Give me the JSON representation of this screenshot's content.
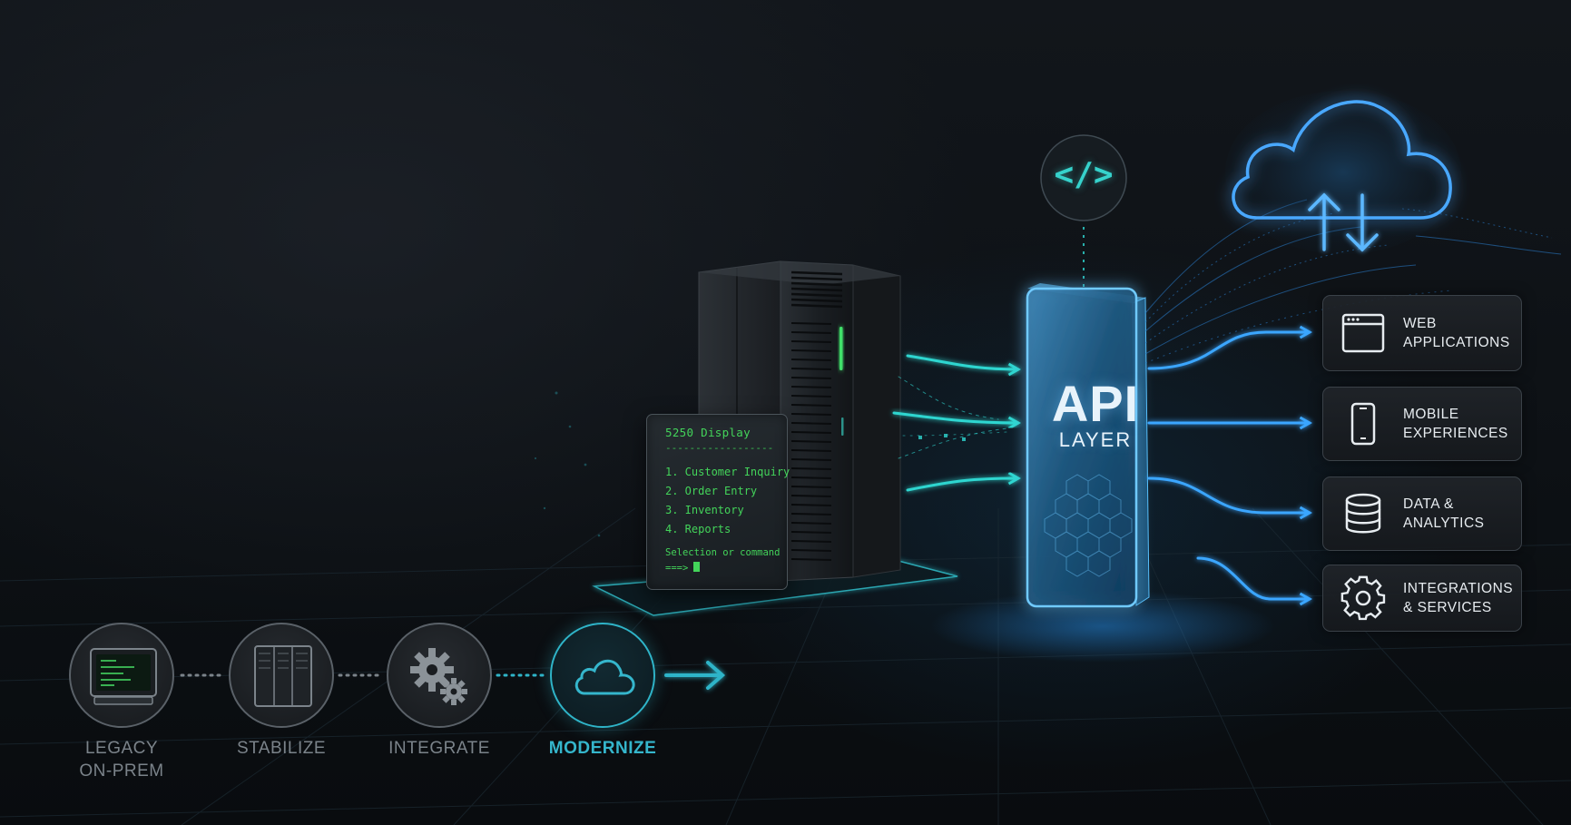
{
  "terminal": {
    "title": "5250 Display",
    "rule": "------------------",
    "menu": [
      "1. Customer Inquiry",
      "2. Order Entry",
      "3. Inventory",
      "4. Reports"
    ],
    "prompt": "Selection or command",
    "command": "===>"
  },
  "api": {
    "title": "API",
    "subtitle": "LAYER"
  },
  "code_badge": {
    "glyph": "</>"
  },
  "destinations": [
    {
      "lines": [
        "WEB",
        "APPLICATIONS"
      ],
      "icon": "browser-window-icon"
    },
    {
      "lines": [
        "MOBILE",
        "EXPERIENCES"
      ],
      "icon": "mobile-phone-icon"
    },
    {
      "lines": [
        "DATA &",
        "ANALYTICS"
      ],
      "icon": "database-icon"
    },
    {
      "lines": [
        "INTEGRATIONS",
        "& SERVICES"
      ],
      "icon": "gear-icon"
    }
  ],
  "stages": [
    {
      "lines": [
        "LEGACY",
        "ON-PREM"
      ],
      "icon": "legacy-terminal-icon",
      "active": false
    },
    {
      "lines": [
        "STABILIZE"
      ],
      "icon": "server-rack-icon",
      "active": false
    },
    {
      "lines": [
        "INTEGRATE"
      ],
      "icon": "gears-icon",
      "active": false
    },
    {
      "lines": [
        "MODERNIZE"
      ],
      "icon": "cloud-icon",
      "active": true
    }
  ],
  "colors": {
    "accent_cyan": "#2fd6d0",
    "accent_blue": "#3aa6ff",
    "terminal_green": "#43d45a",
    "stage_active": "#35b6cc",
    "stage_inactive": "#7b838a"
  }
}
